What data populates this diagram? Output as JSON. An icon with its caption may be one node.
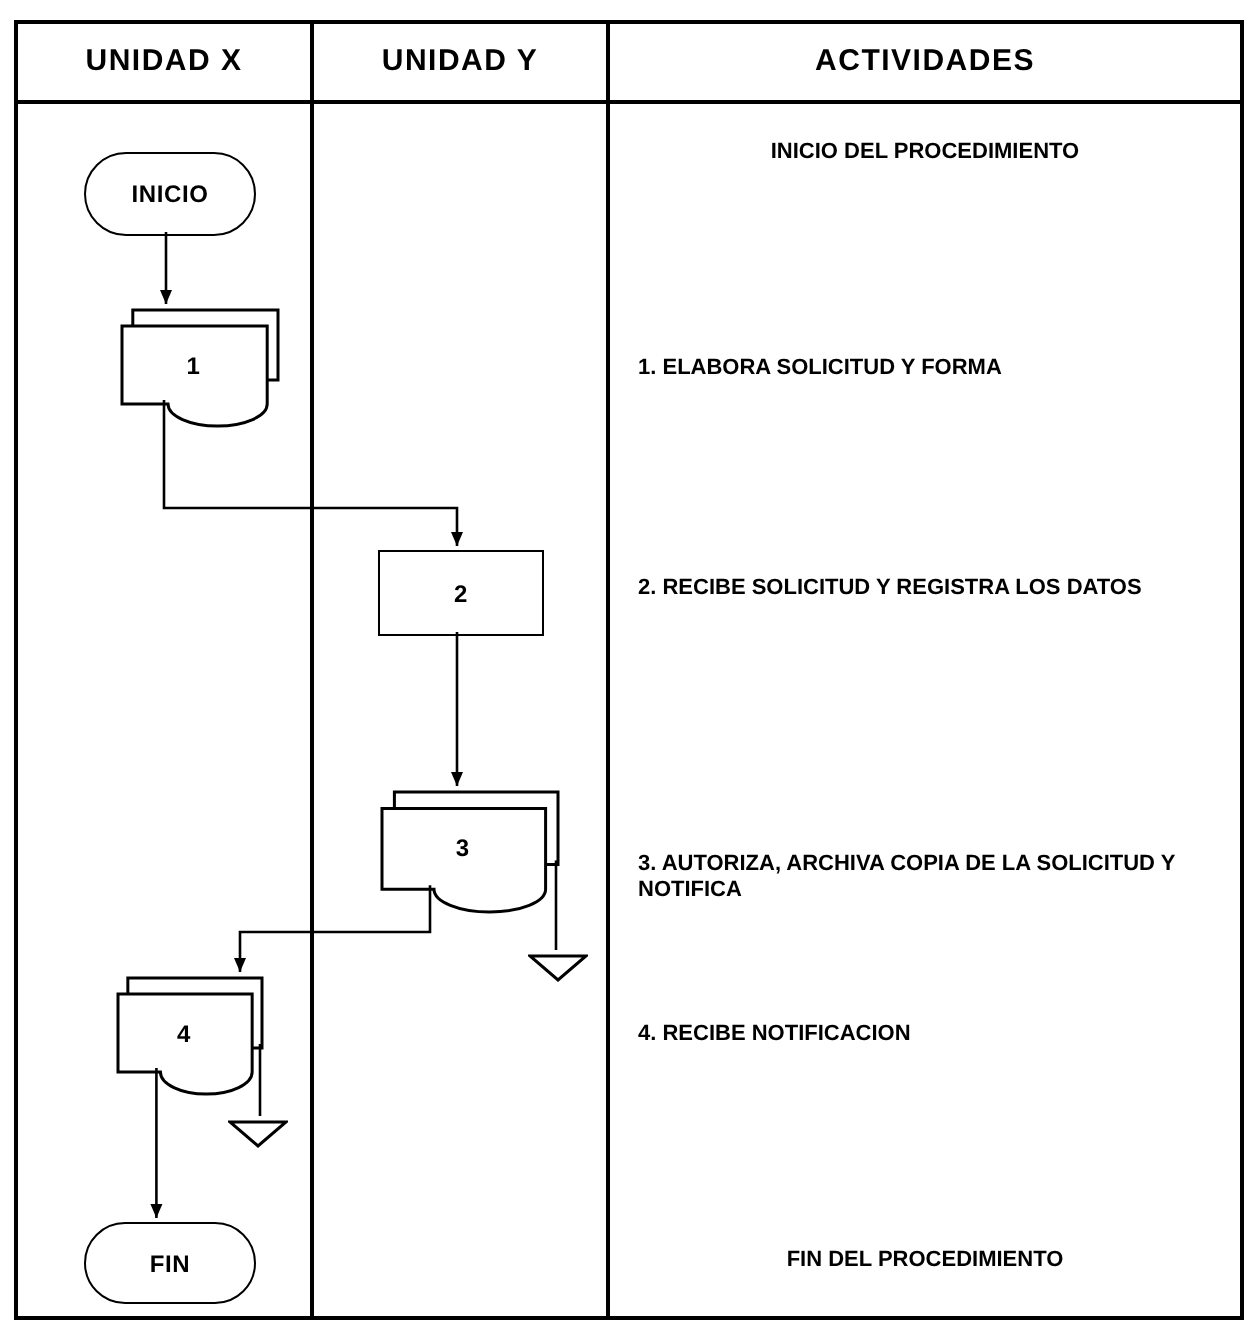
{
  "diagram": {
    "nodes": [
      {
        "text": [
          "UNIDAD X"
        ]
      },
      {
        "text": [
          "UNIDAD Y"
        ]
      },
      {
        "text": [
          "ACTIVIDADES"
        ]
      },
      {
        "text": [
          "INICIO"
        ],
        "in": 0
      },
      {
        "text": [
          "1"
        ],
        "in": 0
      },
      {
        "text": [
          "2"
        ],
        "in": 1
      },
      {
        "text": [
          "3"
        ],
        "in": 1
      },
      {
        "text": [],
        "shape": "triangle",
        "in": 1
      },
      {
        "text": [
          "4"
        ],
        "in": 0
      },
      {
        "text": [],
        "shape": "triangle",
        "in": 0
      },
      {
        "text": [
          "FIN"
        ],
        "in": 0
      }
    ],
    "edges": [
      {
        "from": 3,
        "to": 4,
        "arrow": "to"
      },
      {
        "from": 4,
        "to": 5,
        "arrow": "to"
      },
      {
        "from": 5,
        "to": 6,
        "arrow": "to"
      },
      {
        "from": 6,
        "to": 8,
        "arrow": "to"
      },
      {
        "from": 6,
        "to": 7,
        "arrow": "none"
      },
      {
        "from": 8,
        "to": 9,
        "arrow": "none"
      },
      {
        "from": 8,
        "to": 10,
        "arrow": "to"
      }
    ],
    "labels": [
      "INICIO DEL PROCEDIMIENTO",
      "1. ELABORA SOLICITUD Y FORMA",
      "2. RECIBE SOLICITUD Y REGISTRA LOS DATOS",
      "3. AUTORIZA, ARCHIVA COPIA DE LA SOLICITUD Y NOTIFICA",
      "4. RECIBE NOTIFICACION",
      "FIN DEL PROCEDIMIENTO"
    ]
  }
}
